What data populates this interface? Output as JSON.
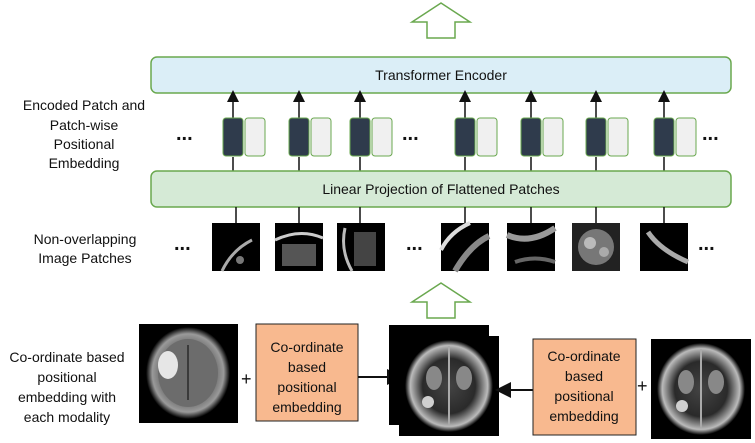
{
  "title_bars": {
    "encoder": "Transformer Encoder",
    "projection": "Linear Projection of Flattened Patches"
  },
  "side_labels": {
    "embedding": [
      "Encoded Patch and",
      "Patch-wise",
      "Positional",
      "Embedding"
    ],
    "patches": [
      "Non-overlapping",
      "Image Patches"
    ],
    "coord": [
      "Co-ordinate based",
      "positional",
      "embedding with",
      "each modality"
    ]
  },
  "pos_embed_box": [
    "Co-ordinate",
    "based",
    "positional",
    "embedding"
  ],
  "ellipsis": "...",
  "plus": "+",
  "colors": {
    "encoder_fill": "#dbeef7",
    "encoder_stroke": "#6aa84f",
    "projection_fill": "#d5ead6",
    "token_dark": "#2f3b4c",
    "token_light": "#f0f0f0",
    "token_stroke": "#6aa84f",
    "orange_box": "#f8b98f",
    "arrow_fill": "#ffffff",
    "arrow_stroke": "#6aa84f"
  },
  "icons": [
    "up-arrow-icon",
    "brain-scan-image",
    "image-patch"
  ]
}
